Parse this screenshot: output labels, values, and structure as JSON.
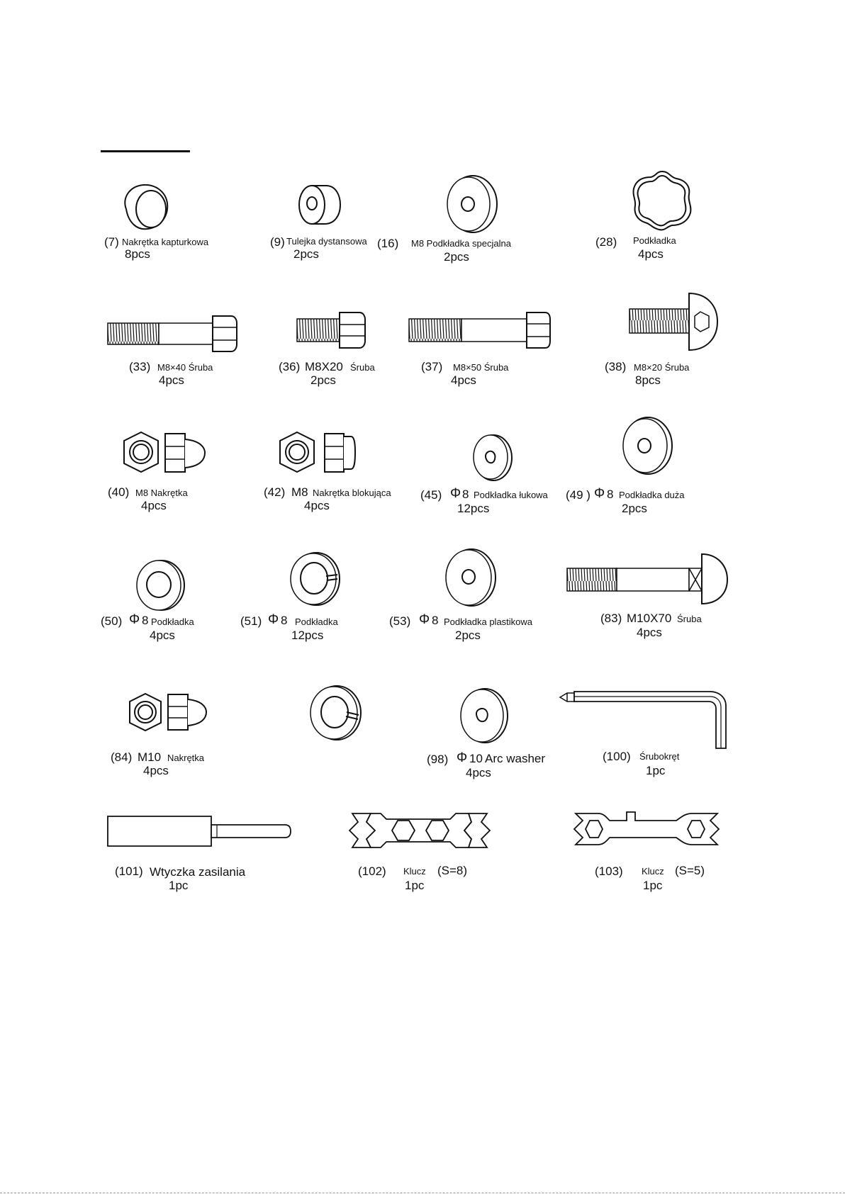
{
  "parts": [
    {
      "num": "(7)",
      "name": "Nakrętka kapturkowa",
      "qty": "8pcs"
    },
    {
      "num": "(9)",
      "name": "Tulejka dystansowa",
      "qty": "2pcs"
    },
    {
      "num": "(16)",
      "name": "M8 Podkładka specjalna",
      "qty": "2pcs"
    },
    {
      "num": "(28)",
      "name": "Podkładka",
      "qty": "4pcs"
    },
    {
      "num": "(33)",
      "name": "M8×40 Śruba",
      "qty": "4pcs"
    },
    {
      "num": "(36)",
      "size": "M8X20",
      "name": "Śruba",
      "qty": "2pcs"
    },
    {
      "num": "(37)",
      "name": "M8×50 Śruba",
      "qty": "4pcs"
    },
    {
      "num": "(38)",
      "name": "M8×20 Śruba",
      "qty": "8pcs"
    },
    {
      "num": "(40)",
      "name": "M8 Nakrętka",
      "qty": "4pcs"
    },
    {
      "num": "(42)",
      "size": "M8",
      "name": "Nakrętka blokująca",
      "qty": "4pcs"
    },
    {
      "num": "(45)",
      "phi": "Φ",
      "size": "8",
      "name": "Podkładka łukowa",
      "qty": "12pcs"
    },
    {
      "num": "(49 )",
      "phi": "Φ",
      "size": "8",
      "name": "Podkładka duża",
      "qty": "2pcs"
    },
    {
      "num": "(50)",
      "phi": "Φ",
      "size": "8",
      "name": "Podkładka",
      "qty": "4pcs"
    },
    {
      "num": "(51)",
      "phi": "Φ",
      "size": "8",
      "name": "Podkładka",
      "qty": "12pcs"
    },
    {
      "num": "(53)",
      "phi": "Φ",
      "size": "8",
      "name": "Podkładka plastikowa",
      "qty": "2pcs"
    },
    {
      "num": "(83)",
      "size": "M10X70",
      "name": "Śruba",
      "qty": "4pcs"
    },
    {
      "num": "(84)",
      "size": "M10",
      "name": "Nakrętka",
      "qty": "4pcs"
    },
    {
      "num": "(98)",
      "phi": "Φ",
      "size": "10",
      "name": "Arc washer",
      "qty": "4pcs"
    },
    {
      "num": "(100)",
      "name": "Śrubokręt",
      "qty": "1pc"
    },
    {
      "num": "(101)",
      "name": "Wtyczka zasilania",
      "qty": "1pc"
    },
    {
      "num": "(102)",
      "name": "Klucz",
      "spec": "(S=8)",
      "qty": "1pc"
    },
    {
      "num": "(103)",
      "name": "Klucz",
      "spec": "(S=5)",
      "qty": "1pc"
    }
  ]
}
